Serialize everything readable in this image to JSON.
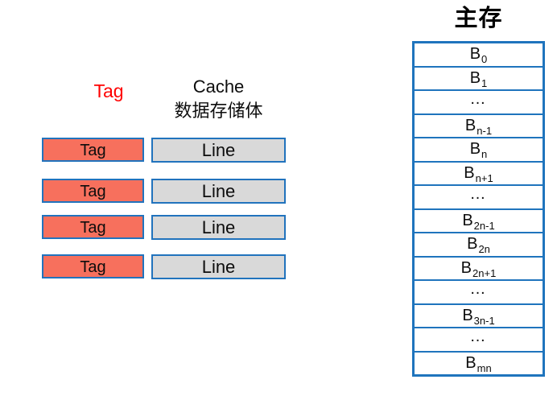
{
  "colors": {
    "border_blue": "#2173bd",
    "table_border_blue": "#1f74bd",
    "tag_fill": "#f7705d",
    "line_fill": "#d9d9d9",
    "tag_heading_red": "#ff0000",
    "text_black": "#0d0d0d"
  },
  "cache": {
    "tag_column_heading": "Tag",
    "data_column_heading_line1": "Cache",
    "data_column_heading_line2": "数据存储体",
    "rows": [
      {
        "tag": "Tag",
        "line": "Line"
      },
      {
        "tag": "Tag",
        "line": "Line"
      },
      {
        "tag": "Tag",
        "line": "Line"
      },
      {
        "tag": "Tag",
        "line": "Line"
      }
    ]
  },
  "main_memory": {
    "title": "主存",
    "rows": [
      {
        "base": "B",
        "sub": "0"
      },
      {
        "base": "B",
        "sub": "1"
      },
      {
        "base": "…",
        "sub": ""
      },
      {
        "base": "B",
        "sub": "n-1"
      },
      {
        "base": "B",
        "sub": "n"
      },
      {
        "base": "B",
        "sub": "n+1"
      },
      {
        "base": "…",
        "sub": ""
      },
      {
        "base": "B",
        "sub": "2n-1"
      },
      {
        "base": "B",
        "sub": "2n"
      },
      {
        "base": "B",
        "sub": "2n+1"
      },
      {
        "base": "…",
        "sub": ""
      },
      {
        "base": "B",
        "sub": "3n-1"
      },
      {
        "base": "…",
        "sub": ""
      },
      {
        "base": "B",
        "sub": "mn"
      }
    ]
  }
}
